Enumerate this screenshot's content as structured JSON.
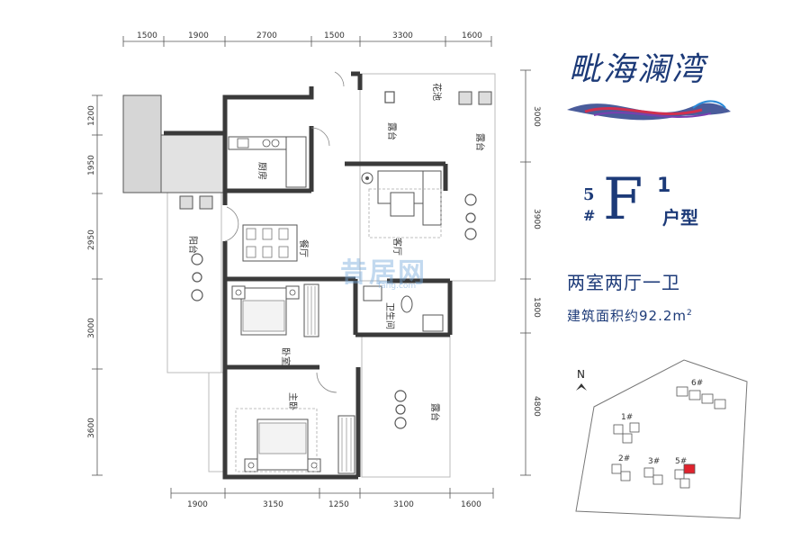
{
  "brand": {
    "name": "毗海澜湾",
    "wave_colors": [
      "#1c3a78",
      "#7a3fb0",
      "#d0304f",
      "#2a8ad8"
    ]
  },
  "unit": {
    "building_number": "5",
    "hash": "#",
    "letter": "F",
    "superscript": "1",
    "type_label": "户型",
    "layout_desc": "两室两厅一卫",
    "area_text": "建筑面积约92.2m",
    "area_sup": "2"
  },
  "dimensions": {
    "top": [
      "1500",
      "1900",
      "2700",
      "1500",
      "3300",
      "1600"
    ],
    "bottom": [
      "1900",
      "3150",
      "1250",
      "3100",
      "1600"
    ],
    "left": [
      "1200",
      "1950",
      "2950",
      "3000",
      "3600"
    ],
    "right": [
      "3000",
      "3900",
      "1800",
      "4800"
    ]
  },
  "rooms": {
    "planter": "花池",
    "terrace_top": "露台",
    "terrace_right": "露台",
    "kitchen": "厨房",
    "balcony": "阳台",
    "dining": "餐厅",
    "living": "客厅",
    "bathroom": "卫生间",
    "bedroom": "卧室",
    "master": "主卧",
    "terrace_bottom": "露台"
  },
  "watermark": {
    "main": "昔居网",
    "sub": "fang.com"
  },
  "site_map": {
    "north": "N",
    "buildings": [
      "1#",
      "2#",
      "3#",
      "5#",
      "6#"
    ],
    "highlight_color": "#e0232d"
  },
  "colors": {
    "wall": "#3a3a3a",
    "text_primary": "#1c3a78"
  }
}
